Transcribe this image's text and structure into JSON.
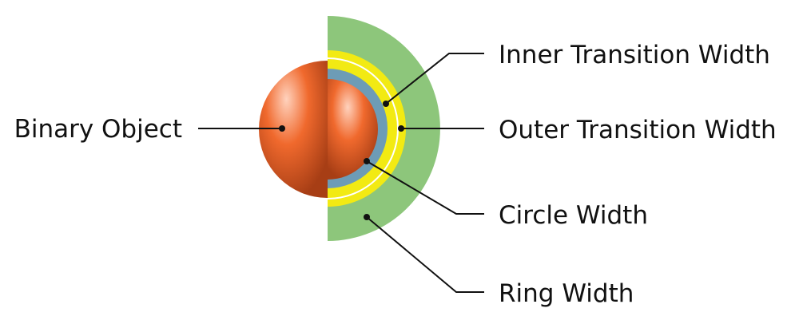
{
  "labels": {
    "binary_object": "Binary Object",
    "inner_transition_width": "Inner Transition Width",
    "outer_transition_width": "Outer Transition Width",
    "circle_width": "Circle Width",
    "ring_width": "Ring Width"
  },
  "colors": {
    "ring": "#8dc67b",
    "transition": "#f2ea13",
    "transition_line": "#ffffff",
    "circle": "#6d9cb6",
    "sphere_light": "#ffd2bd",
    "sphere_mid": "#f0692d",
    "sphere_dark": "#a73e15",
    "leader": "#111111"
  }
}
